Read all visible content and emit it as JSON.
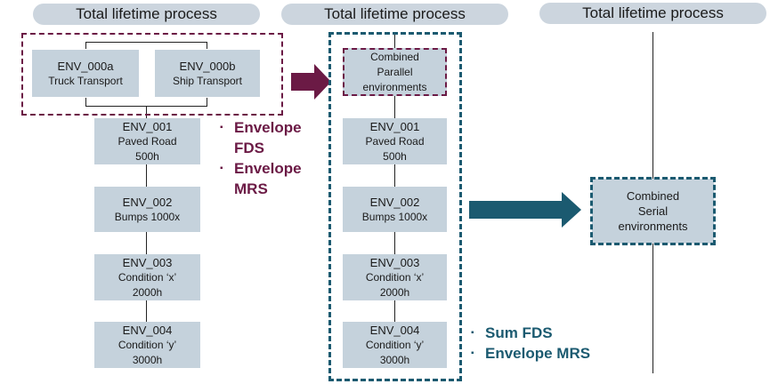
{
  "columns": [
    {
      "header": "Total lifetime process"
    },
    {
      "header": "Total lifetime process"
    },
    {
      "header": "Total lifetime process"
    }
  ],
  "col1": {
    "parallel": [
      {
        "id": "ENV_000a",
        "desc": "Truck Transport"
      },
      {
        "id": "ENV_000b",
        "desc": "Ship Transport"
      }
    ],
    "serial": [
      {
        "id": "ENV_001",
        "desc": "Paved Road",
        "detail": "500h"
      },
      {
        "id": "ENV_002",
        "desc": "Bumps 1000x",
        "detail": ""
      },
      {
        "id": "ENV_003",
        "desc": "Condition ‘x’",
        "detail": "2000h"
      },
      {
        "id": "ENV_004",
        "desc": "Condition ‘y’",
        "detail": "3000h"
      }
    ]
  },
  "envelope_notes": {
    "bullet": "▪",
    "items": [
      {
        "line1": "Envelope",
        "line2": "FDS"
      },
      {
        "line1": "Envelope",
        "line2": "MRS"
      }
    ],
    "color": "#6b1a45"
  },
  "col2": {
    "combined": {
      "line1": "Combined",
      "line2": "Parallel",
      "line3": "environments"
    },
    "serial": [
      {
        "id": "ENV_001",
        "desc": "Paved Road",
        "detail": "500h"
      },
      {
        "id": "ENV_002",
        "desc": "Bumps 1000x",
        "detail": ""
      },
      {
        "id": "ENV_003",
        "desc": "Condition ‘x’",
        "detail": "2000h"
      },
      {
        "id": "ENV_004",
        "desc": "Condition ‘y’",
        "detail": "3000h"
      }
    ]
  },
  "sum_notes": {
    "bullet": "▪",
    "items": [
      "Sum FDS",
      "Envelope MRS"
    ],
    "color": "#1b5a70"
  },
  "col3": {
    "combined": {
      "line1": "Combined",
      "line2": "Serial",
      "line3": "environments"
    }
  },
  "colors": {
    "pill": "#ccd5de",
    "box": "#c5d2dc",
    "maroon": "#6b1a45",
    "teal": "#1b5a70"
  }
}
